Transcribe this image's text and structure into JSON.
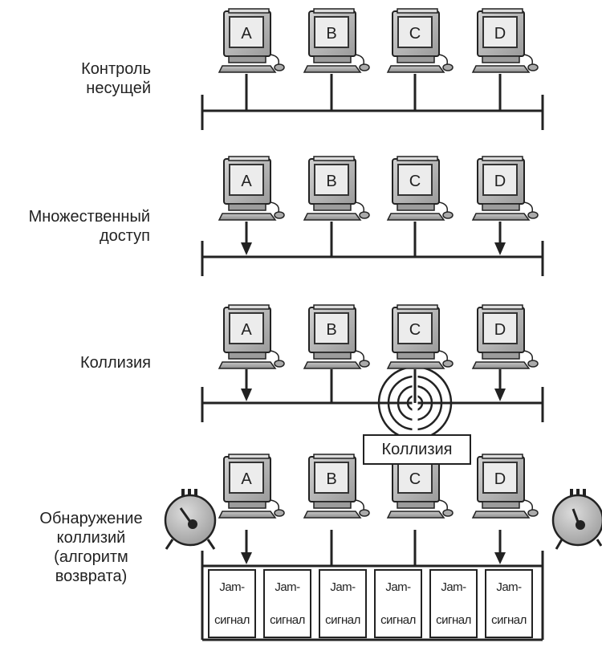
{
  "stages": [
    {
      "label_lines": [
        "Контроль",
        "несущей"
      ],
      "computers": [
        "A",
        "B",
        "C",
        "D"
      ],
      "arrows": [
        false,
        false,
        false,
        false
      ]
    },
    {
      "label_lines": [
        "Множественный",
        "доступ"
      ],
      "computers": [
        "A",
        "B",
        "C",
        "D"
      ],
      "arrows": [
        true,
        false,
        false,
        true
      ]
    },
    {
      "label_lines": [
        "Коллизия"
      ],
      "computers": [
        "A",
        "B",
        "C",
        "D"
      ],
      "arrows": [
        true,
        false,
        false,
        true
      ],
      "collision_label": "Коллизия"
    },
    {
      "label_lines": [
        "Обнаружение",
        "коллизий",
        "(алгоритм",
        "возврата)"
      ],
      "computers": [
        "A",
        "B",
        "C",
        "D"
      ],
      "arrows": [
        true,
        false,
        false,
        true
      ],
      "jam_signals": [
        {
          "line1": "Jam-",
          "line2": "сигнал"
        },
        {
          "line1": "Jam-",
          "line2": "сигнал"
        },
        {
          "line1": "Jam-",
          "line2": "сигнал"
        },
        {
          "line1": "Jam-",
          "line2": "сигнал"
        },
        {
          "line1": "Jam-",
          "line2": "сигнал"
        },
        {
          "line1": "Jam-",
          "line2": "сигнал"
        }
      ]
    }
  ],
  "colors": {
    "line": "#222222",
    "monitor_body": "#b9b9b9",
    "screen": "#e9e9e9",
    "clock_face": "#bdbdbd"
  }
}
